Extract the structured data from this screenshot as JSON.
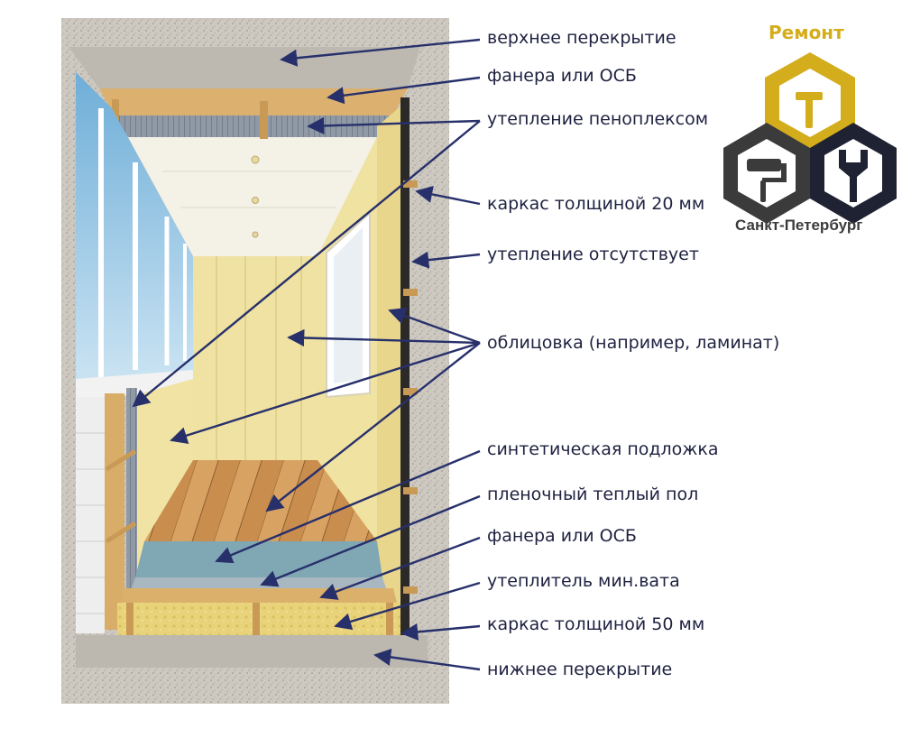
{
  "labels": [
    "верхнее перекрытие",
    "фанера или ОСБ",
    "утепление пеноплексом",
    "каркас толщиной 20 мм",
    "утепление отсутствует",
    "облицовка (например, ламинат)",
    "синтетическая подложка",
    "пленочный теплый пол",
    "фанера или ОСБ",
    "утеплитель мин.вата",
    "каркас толщиной 50 мм",
    "нижнее перекрытие"
  ],
  "logo": {
    "title": "Ремонт",
    "city": "Санкт-Петербург",
    "icons": [
      "hammer-icon",
      "paint-roller-icon",
      "wrench-icon"
    ]
  },
  "colors": {
    "arrow": "#27306b",
    "label_text": "#1e2140",
    "logo_gold": "#d4ad1d",
    "logo_dark": "#3b3b3b",
    "logo_navy": "#1f2233",
    "concrete": "#c9c6bf",
    "wood": "#d9b06b",
    "panel": "#f1e4a4",
    "penoplex": "#8f9aa6",
    "underlay": "#7fa7b4",
    "floor": "#c98d4e"
  }
}
